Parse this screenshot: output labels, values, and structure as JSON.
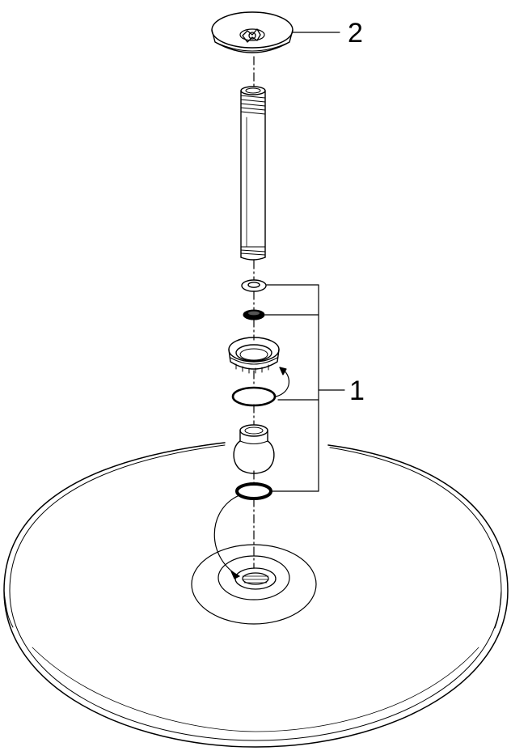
{
  "callouts": {
    "label_1": "1",
    "label_2": "2"
  },
  "parts": {
    "escutcheon": "wall-flange",
    "shower_arm": "threaded-pipe",
    "kit": [
      "small-washer",
      "black-seal",
      "swivel-nut",
      "o-ring",
      "ball-joint",
      "flat-gasket"
    ],
    "head": "round-shower-head"
  },
  "colors": {
    "stroke": "#000000",
    "background": "#ffffff"
  }
}
